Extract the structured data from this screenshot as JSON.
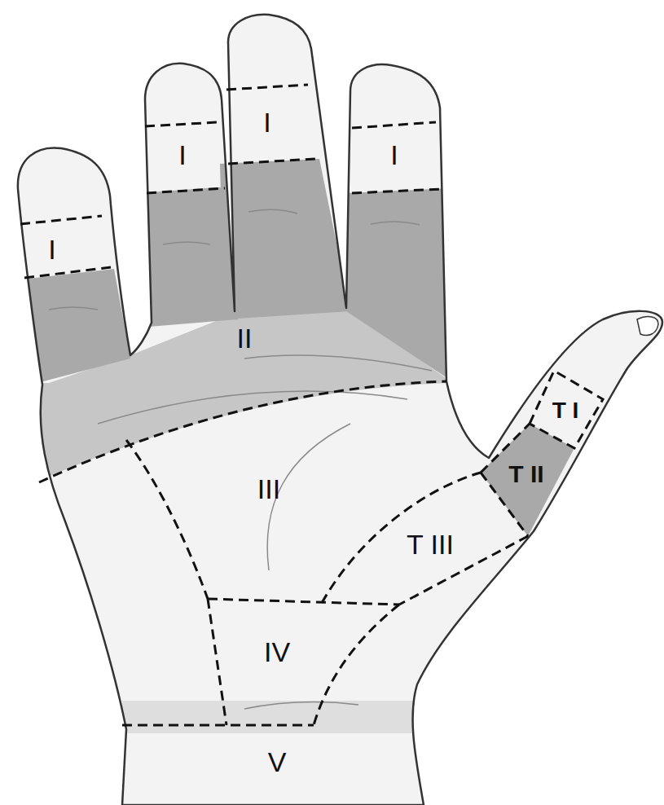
{
  "diagram": {
    "labels": [
      "I",
      "I",
      "I",
      "I",
      "II",
      "T I",
      "T II",
      "III",
      "T III",
      "IV",
      "V"
    ]
  }
}
